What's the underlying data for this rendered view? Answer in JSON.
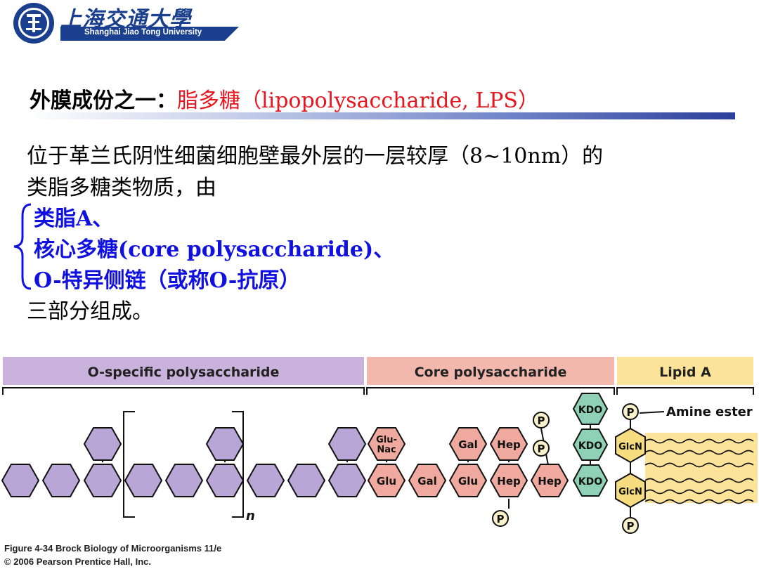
{
  "header": {
    "university_cn": "上海交通大學",
    "university_en": "Shanghai Jiao Tong University"
  },
  "title": {
    "prefix": "外膜成份之一：",
    "highlight": "脂多糖（lipopolysaccharide, LPS）"
  },
  "body": {
    "line1": "位于革兰氏阴性细菌细胞壁最外层的一层较厚（8~10nm）的",
    "line2": "类脂多糖类物质，由",
    "components": [
      "类脂A、",
      "核心多糖(core polysaccharide)、",
      "O-特异侧链（或称O-抗原）"
    ],
    "line_end": "三部分组成。"
  },
  "figure": {
    "sections": [
      {
        "label": "O-specific polysaccharide",
        "color": "#c9b3dc"
      },
      {
        "label": "Core polysaccharide",
        "color": "#f2b8ae"
      },
      {
        "label": "Lipid A",
        "color": "#fbe39a"
      }
    ],
    "repeat_label": "n",
    "sugars": {
      "glunac": "Glu-Nac",
      "glu": "Glu",
      "gal": "Gal",
      "hep": "Hep",
      "kdo": "KDO",
      "glcn": "GlcN",
      "p": "P"
    },
    "amine_ester_label": "Amine ester",
    "colors": {
      "o_hex": "#b9a5d6",
      "core_hex": "#f0a99e",
      "kdo_hex": "#8fd1b6",
      "lipid_hex": "#f8dd80",
      "phosphate": "#f9f1cc"
    },
    "credit_line1": "Figure 4-34  Brock Biology of Microorganisms 11/e",
    "credit_line2": "© 2006 Pearson Prentice Hall, Inc."
  },
  "colors": {
    "title_highlight": "#e8141e",
    "component_text": "#1010e0",
    "brand_blue": "#1a3f8f"
  }
}
